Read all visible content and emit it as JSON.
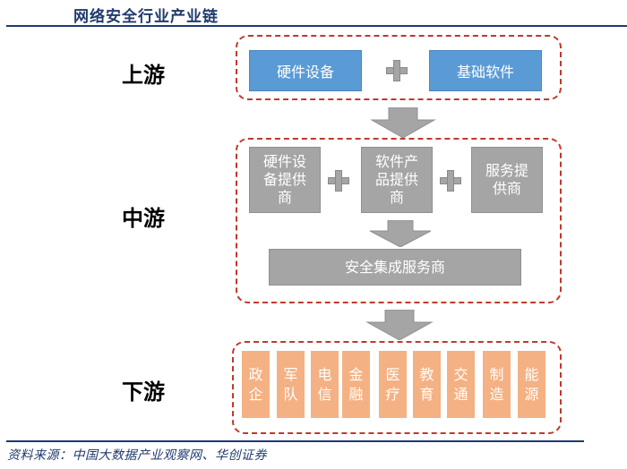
{
  "title": "网络安全行业产业链",
  "source": "资料来源：中国大数据产业观察网、华创证券",
  "colors": {
    "title": "#1f3a6e",
    "dash_border": "#c0392b",
    "upstream_box": "#5b9bd5",
    "midstream_box": "#a5a5a5",
    "downstream_box": "#f4b183",
    "arrow": "#a5a5a5"
  },
  "tiers": {
    "upstream": {
      "label": "上游",
      "items": [
        "硬件设备",
        "基础软件"
      ],
      "connector": "plus-icon"
    },
    "midstream": {
      "label": "中游",
      "providers": [
        "硬件设备提供商",
        "软件产品提供商",
        "服务提供商"
      ],
      "provider_lines": [
        [
          "硬件设",
          "备提供",
          "商"
        ],
        [
          "软件产",
          "品提供",
          "商"
        ],
        [
          "服务提",
          "供商"
        ]
      ],
      "integrator": "安全集成服务商"
    },
    "downstream": {
      "label": "下游",
      "industries": [
        "政企",
        "军队",
        "电信",
        "金融",
        "医疗",
        "教育",
        "交通",
        "制造",
        "能源"
      ]
    }
  }
}
